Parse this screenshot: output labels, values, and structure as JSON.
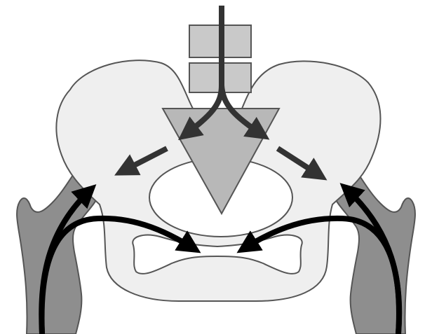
{
  "diagram": {
    "subject": "pelvis-load-transfer",
    "colors": {
      "background": "#ffffff",
      "bone_fill": "#efefef",
      "bone_stroke": "#555555",
      "femur_fill": "#8e8e8e",
      "sacrum_fill": "#b8b8b8",
      "vertebra_fill": "#c9c9c9",
      "spine_arrow": "#333333",
      "leg_arrow": "#000000"
    },
    "arrows": {
      "from_spine": 4,
      "from_femurs": 4
    },
    "vertebrae_count": 2
  }
}
